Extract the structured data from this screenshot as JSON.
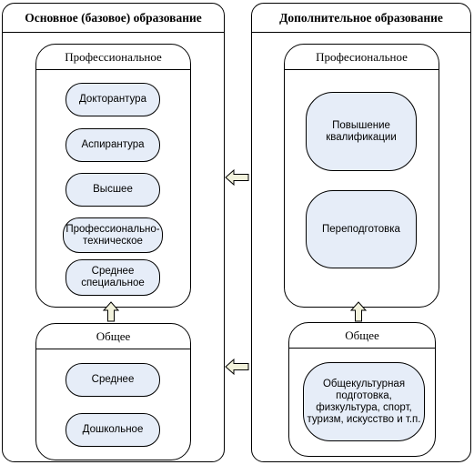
{
  "left": {
    "title": "Основное (базовое) образование",
    "professional": {
      "title": "Профессиональное",
      "items": [
        "Докторантура",
        "Аспирантура",
        "Высшее",
        "Профессионально-\nтехническое",
        "Среднее\nспециальное"
      ]
    },
    "general": {
      "title": "Общее",
      "items": [
        "Среднее",
        "Дошкольное"
      ]
    }
  },
  "right": {
    "title": "Дополнительное образование",
    "professional": {
      "title": "Професиональное",
      "items": [
        "Повышение\nквалификации",
        "Переподготовка"
      ]
    },
    "general": {
      "title": "Общее",
      "items": [
        "Общекультурная\nподготовка,\nфизкультура, спорт,\nтуризм, искусство и т.п."
      ]
    }
  },
  "colors": {
    "node_fill": "#e6edf8",
    "arrow_fill": "#f2f2dc"
  }
}
